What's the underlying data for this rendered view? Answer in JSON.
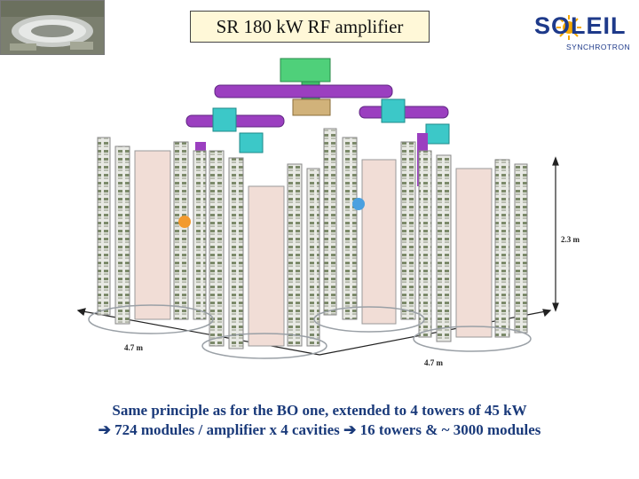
{
  "title": "SR 180 kW RF amplifier",
  "logo": {
    "wordmark": "SOLEIL",
    "subtext": "SYNCHROTRON",
    "icon": "sun-icon",
    "accent": "#f5a800",
    "brand_color": "#1e3a8a"
  },
  "dimensions": {
    "height": "2.3 m",
    "depth": "4.7 m",
    "width": "4.7 m"
  },
  "caption": {
    "line1": "Same principle as for the BO one, extended to 4 towers of 45 kW",
    "line2_arrow": "➔",
    "line2_part1": " 724 modules / amplifier x 4 cavities ",
    "line2_arrow2": "➔",
    "line2_part2": " 16 towers & ~ 3000 modules"
  }
}
